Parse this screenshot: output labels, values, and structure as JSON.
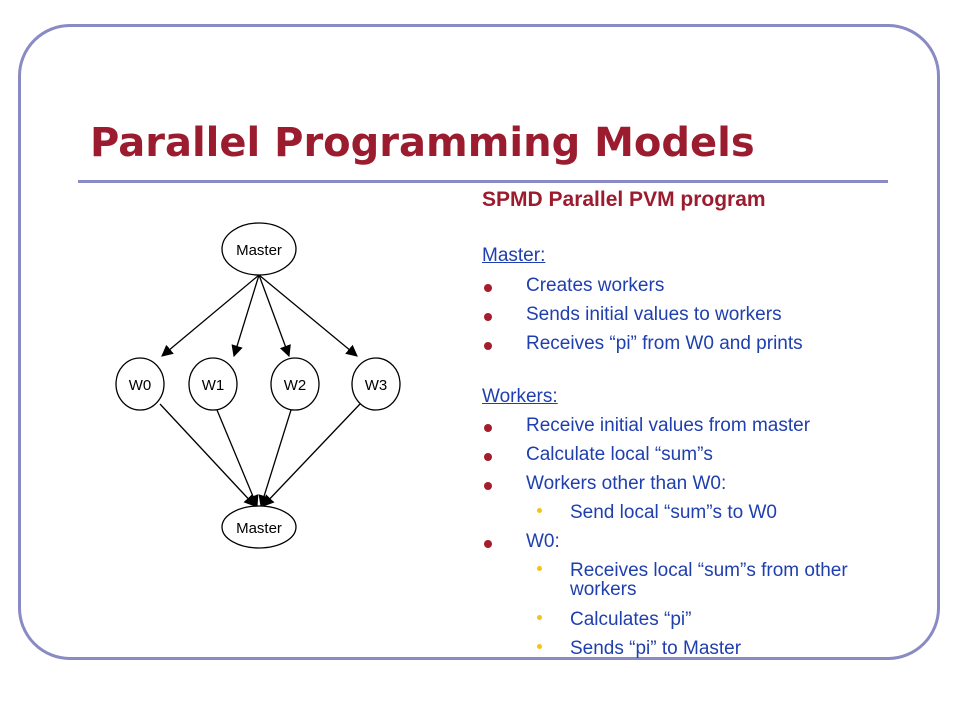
{
  "slide": {
    "title": "Parallel Programming Models",
    "subtitle": "SPMD Parallel PVM program"
  },
  "diagram": {
    "top_node": "Master",
    "workers": [
      "W0",
      "W1",
      "W2",
      "W3"
    ],
    "bottom_node": "Master"
  },
  "content": {
    "master_heading": "Master:",
    "master_items": [
      "Creates workers",
      "Sends initial values to workers",
      "Receives “pi” from W0 and prints"
    ],
    "workers_heading": "Workers:",
    "workers_items": [
      "Receive initial values from master",
      "Calculate local “sum”s",
      "Workers other than W0:"
    ],
    "others_sub": [
      "Send local “sum”s to W0"
    ],
    "w0_item": "W0:",
    "w0_sub": [
      "Receives local “sum”s from other workers",
      "Calculates “pi”",
      "Sends “pi” to Master"
    ]
  },
  "colors": {
    "title": "#9b1c2e",
    "text": "#1f3fae",
    "frame": "#8a8ac4",
    "bullet": "#a51d2d",
    "sub_bullet": "#f0c419"
  }
}
